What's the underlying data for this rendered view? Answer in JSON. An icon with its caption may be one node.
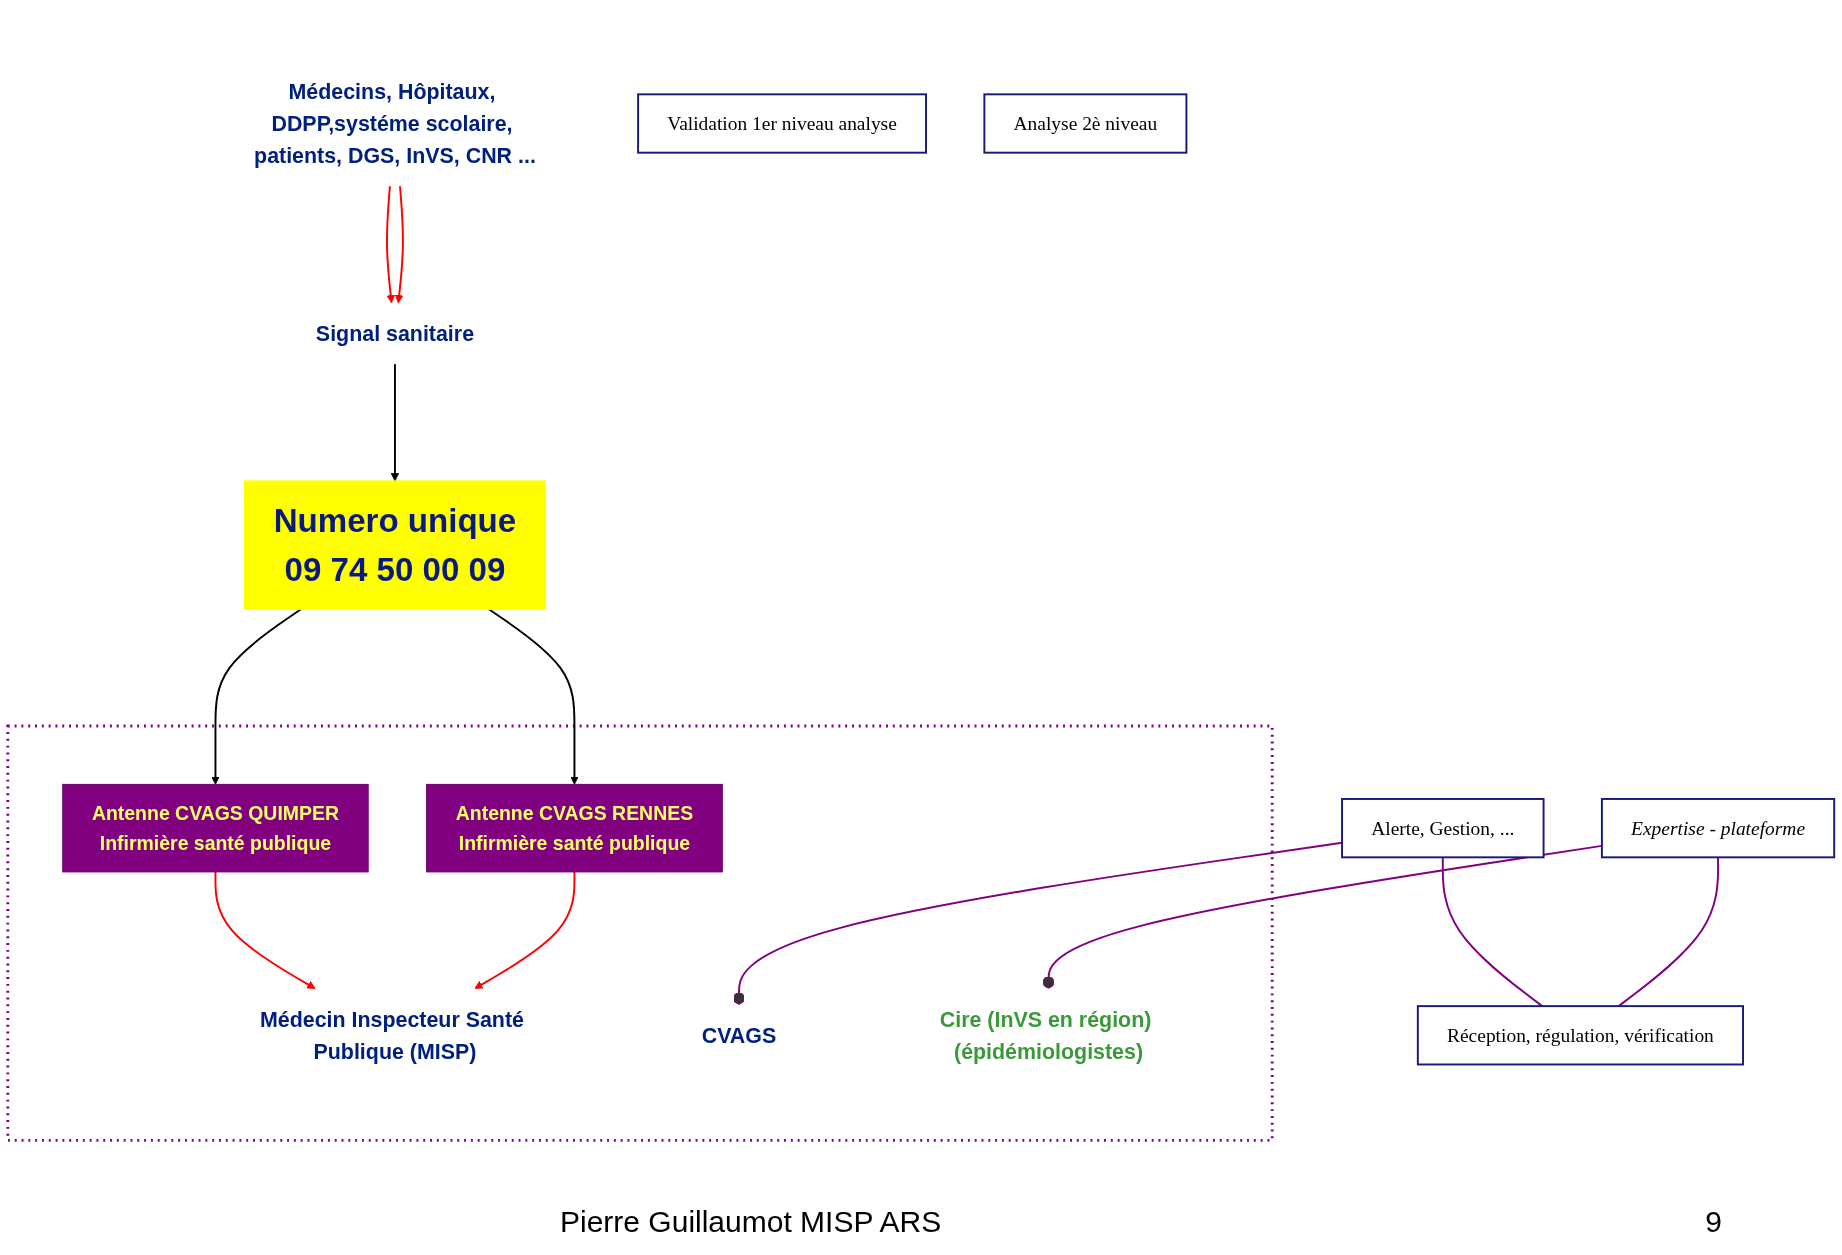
{
  "diagram": {
    "nodes": [
      {
        "text": [
          "Signal sanitaire"
        ]
      },
      {
        "text": [
          "Numero unique",
          "09 74 50 00 09"
        ]
      },
      {
        "text": [
          "Médecins, Hôpitaux, DDPP,systéme scolaire, patients, DGS, InVS, CNR ..."
        ]
      },
      {
        "text": [],
        "shape": "box"
      },
      {
        "text": [
          "Antenne CVAGS QUIMPER",
          "Infirmière santé publique"
        ],
        "in": 3
      },
      {
        "text": [
          "Antenne CVAGS RENNES",
          "Infirmière santé publique"
        ],
        "in": 3
      },
      {
        "text": [
          "Médecin Inspecteur Santé Publique (MISP)"
        ],
        "in": 3
      },
      {
        "text": [
          "CVAGS"
        ],
        "in": 3
      },
      {
        "text": [
          "Cire (InVS en région) (épidémiologistes)"
        ],
        "in": 3
      },
      {
        "text": [
          "Réception, régulation, vérification"
        ]
      },
      {
        "text": [
          "Validation 1er niveau analyse"
        ]
      },
      {
        "text": [
          "Analyse 2è niveau"
        ]
      },
      {
        "text": [
          "Alerte, Gestion, ..."
        ]
      },
      {
        "text": [
          "Expertise - plateforme"
        ]
      }
    ],
    "edges": [
      {
        "from": 0,
        "to": 1,
        "arrow": "to",
        "color": "#000000"
      },
      {
        "from": 2,
        "to": 0,
        "arrow": "to",
        "color": "#ff0000"
      },
      {
        "from": 2,
        "to": 0,
        "arrow": "to",
        "color": "#ff0000"
      },
      {
        "from": 1,
        "to": 4,
        "arrow": "to",
        "color": "#000000"
      },
      {
        "from": 1,
        "to": 5,
        "arrow": "to",
        "color": "#000000"
      },
      {
        "from": 4,
        "to": 6,
        "arrow": "to",
        "color": "#ff0000"
      },
      {
        "from": 5,
        "to": 6,
        "arrow": "to",
        "color": "#ff0000"
      },
      {
        "from": 12,
        "to": 7,
        "arrow": "other",
        "color": "#800080"
      },
      {
        "from": 13,
        "to": 8,
        "arrow": "other",
        "color": "#800080"
      },
      {
        "from": 12,
        "to": 9,
        "arrow": "none",
        "color": "#800080"
      },
      {
        "from": 13,
        "to": 9,
        "arrow": "none",
        "color": "#800080"
      }
    ],
    "labels": [
      "Pierre Guillaumot MISP ARS",
      "9"
    ]
  }
}
